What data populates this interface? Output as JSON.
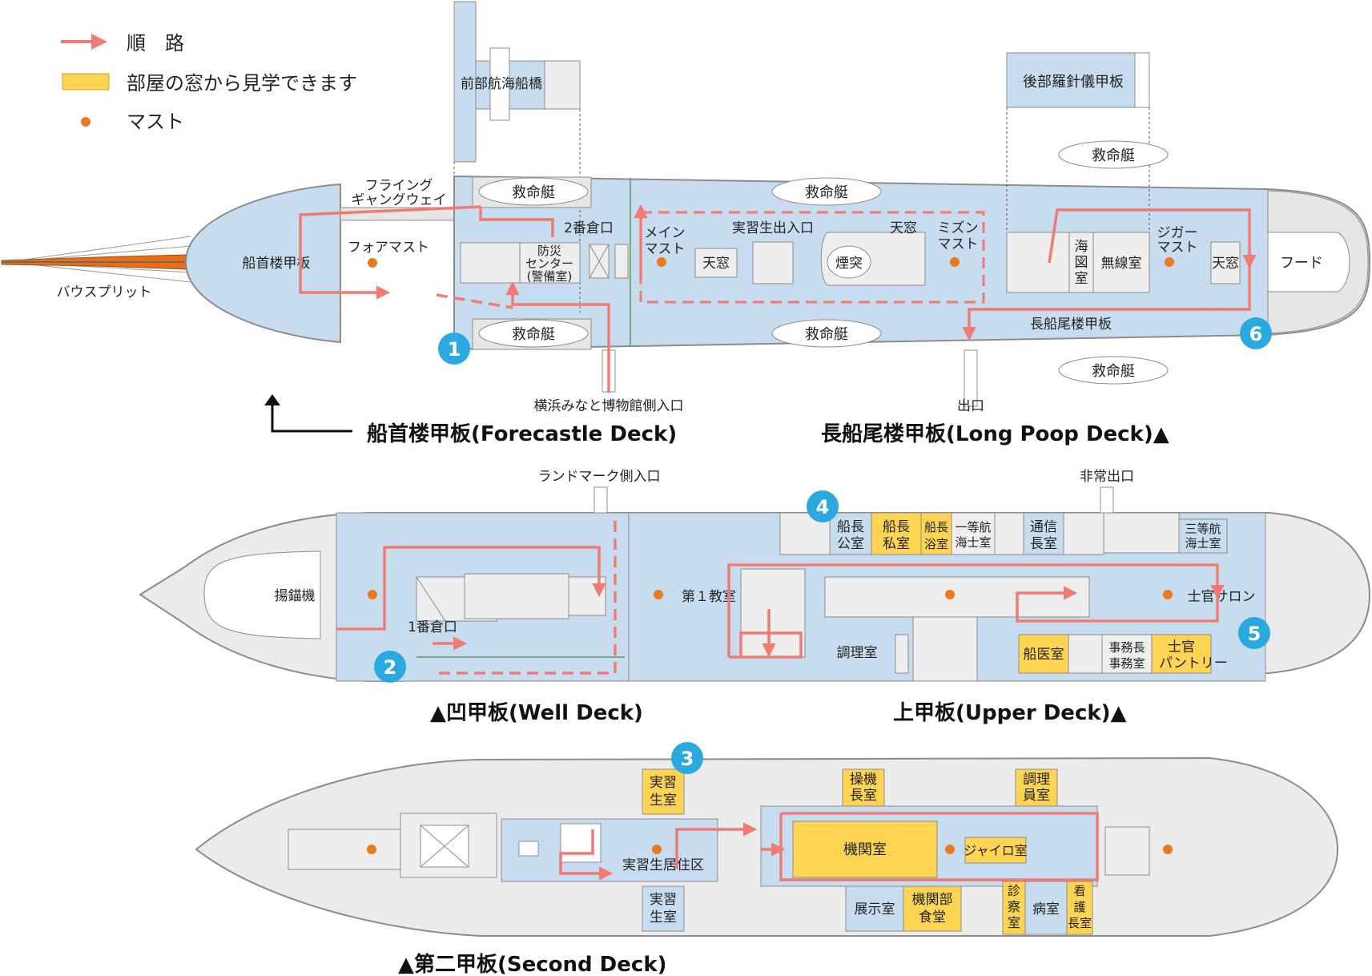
{
  "legend": {
    "route": "順　路",
    "window_view": "部屋の窓から見学できます",
    "mast": "マスト"
  },
  "colors": {
    "hull_fill": "#ebebeb",
    "hull_stroke": "#8c8c8c",
    "deck_blue": "#c8dcf0",
    "window_room_yellow": "#ffd452",
    "route_red": "#ef7b74",
    "mast_orange": "#ea7a1e",
    "marker_cyan": "#29a9e0",
    "bowsprit_orange": "#ee6b0e"
  },
  "markers": [
    "1",
    "2",
    "3",
    "4",
    "5",
    "6"
  ],
  "deck_titles": {
    "forecastle": "船首楼甲板(Forecastle Deck)",
    "long_poop": "長船尾楼甲板(Long Poop Deck)▲",
    "well": "▲凹甲板(Well Deck)",
    "upper": "上甲板(Upper Deck)▲",
    "second": "▲第二甲板(Second Deck)"
  },
  "top_deck": {
    "forward_bridge": "前部航海船橋",
    "aft_compass_deck": "後部羅針儀甲板",
    "flying_gangway": [
      "フライング",
      "ギャングウェイ"
    ],
    "forecastle_deck": "船首楼甲板",
    "foremast": "フォアマスト",
    "bowsprit": "バウスプリット",
    "lifeboat": "救命艇",
    "no2_hatch": "2番倉口",
    "disaster_center": [
      "防災",
      "センター",
      "(警備室)"
    ],
    "main_mast": [
      "メイン",
      "マスト"
    ],
    "skylight": "天窓",
    "cadet_entrance": "実習生出入口",
    "funnel": "煙突",
    "mizzen_mast": [
      "ミズン",
      "マスト"
    ],
    "chart_room": [
      "海",
      "図",
      "室"
    ],
    "radio_room": "無線室",
    "jigger_mast": [
      "ジガー",
      "マスト"
    ],
    "hood": "フード",
    "long_poop_deck": "長船尾楼甲板",
    "museum_entrance": "横浜みなと博物館側入口",
    "exit": "出口"
  },
  "well_upper_deck": {
    "landmark_entrance": "ランドマーク側入口",
    "emergency_exit": "非常出口",
    "windlass": "揚錨機",
    "no1_hatch": "1番倉口",
    "classroom_1": "第１教室",
    "captain_office": [
      "船長",
      "公室"
    ],
    "captain_private": [
      "船長",
      "私室"
    ],
    "captain_bath": [
      "船長",
      "浴室"
    ],
    "first_officer": [
      "一等航",
      "海士室"
    ],
    "chief_radio": [
      "通信",
      "長室"
    ],
    "third_officer": [
      "三等航",
      "海士室"
    ],
    "officers_saloon": "士官サロン",
    "galley": "調理室",
    "doctor_room": "船医室",
    "purser_office": [
      "事務長",
      "事務室"
    ],
    "officers_pantry": [
      "士官",
      "パントリー"
    ]
  },
  "second_deck": {
    "cadet_room": [
      "実習",
      "生室"
    ],
    "cadet_quarters": "実習生居住区",
    "chief_engineer": [
      "操機",
      "長室"
    ],
    "cooks_room": [
      "調理",
      "員室"
    ],
    "engine_room": "機関室",
    "gyro_room": "ジャイロ室",
    "exhibition_room": "展示室",
    "engine_mess": [
      "機関部",
      "食堂"
    ],
    "consult_room": [
      "診",
      "察",
      "室"
    ],
    "sick_bay": "病室",
    "head_nurse": [
      "看",
      "護",
      "長室"
    ]
  }
}
